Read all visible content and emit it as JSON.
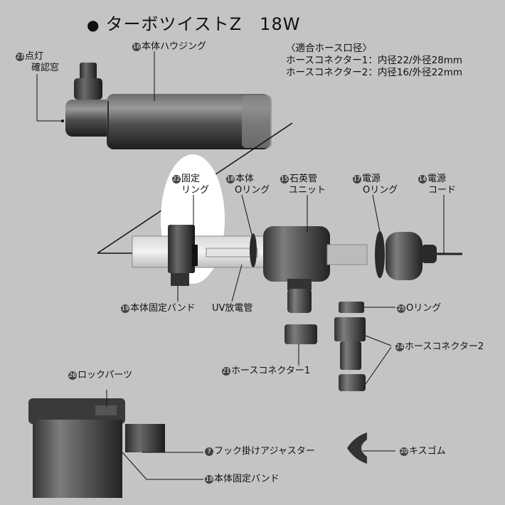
{
  "title": "ターボツイストZ　18W",
  "hose_info": {
    "heading": "〈適合ホース口径〉",
    "line1": "ホースコネクター1：内径22/外径28mm",
    "line2": "ホースコネクター2：内径16/外径22mm"
  },
  "parts": {
    "p23": {
      "num": "23",
      "line1": "点灯",
      "line2": "確認窓"
    },
    "p16": {
      "num": "16",
      "label": "本体ハウジング"
    },
    "p22": {
      "num": "22",
      "line1": "固定",
      "line2": "リング"
    },
    "p18": {
      "num": "18",
      "line1": "本体",
      "line2": "Oリング"
    },
    "p15": {
      "num": "15",
      "line1": "石英管",
      "line2": "ユニット"
    },
    "p17": {
      "num": "17",
      "line1": "電源",
      "line2": "Oリング"
    },
    "p14": {
      "num": "14",
      "line1": "電源",
      "line2": "コード"
    },
    "p19a": {
      "num": "19",
      "label": "本体固定バンド"
    },
    "uv": {
      "label": "UV放電管"
    },
    "p25": {
      "num": "25",
      "label": "Oリング"
    },
    "p24": {
      "num": "24",
      "label": "ホースコネクター2"
    },
    "p21": {
      "num": "21",
      "label": "ホースコネクター1"
    },
    "p26": {
      "num": "26",
      "label": "ロックパーツ"
    },
    "p7": {
      "num": "7",
      "label": "フック掛けアジャスター"
    },
    "p20": {
      "num": "20",
      "label": "キスゴム"
    },
    "p19b": {
      "num": "19",
      "label": "本体固定バンド"
    }
  }
}
